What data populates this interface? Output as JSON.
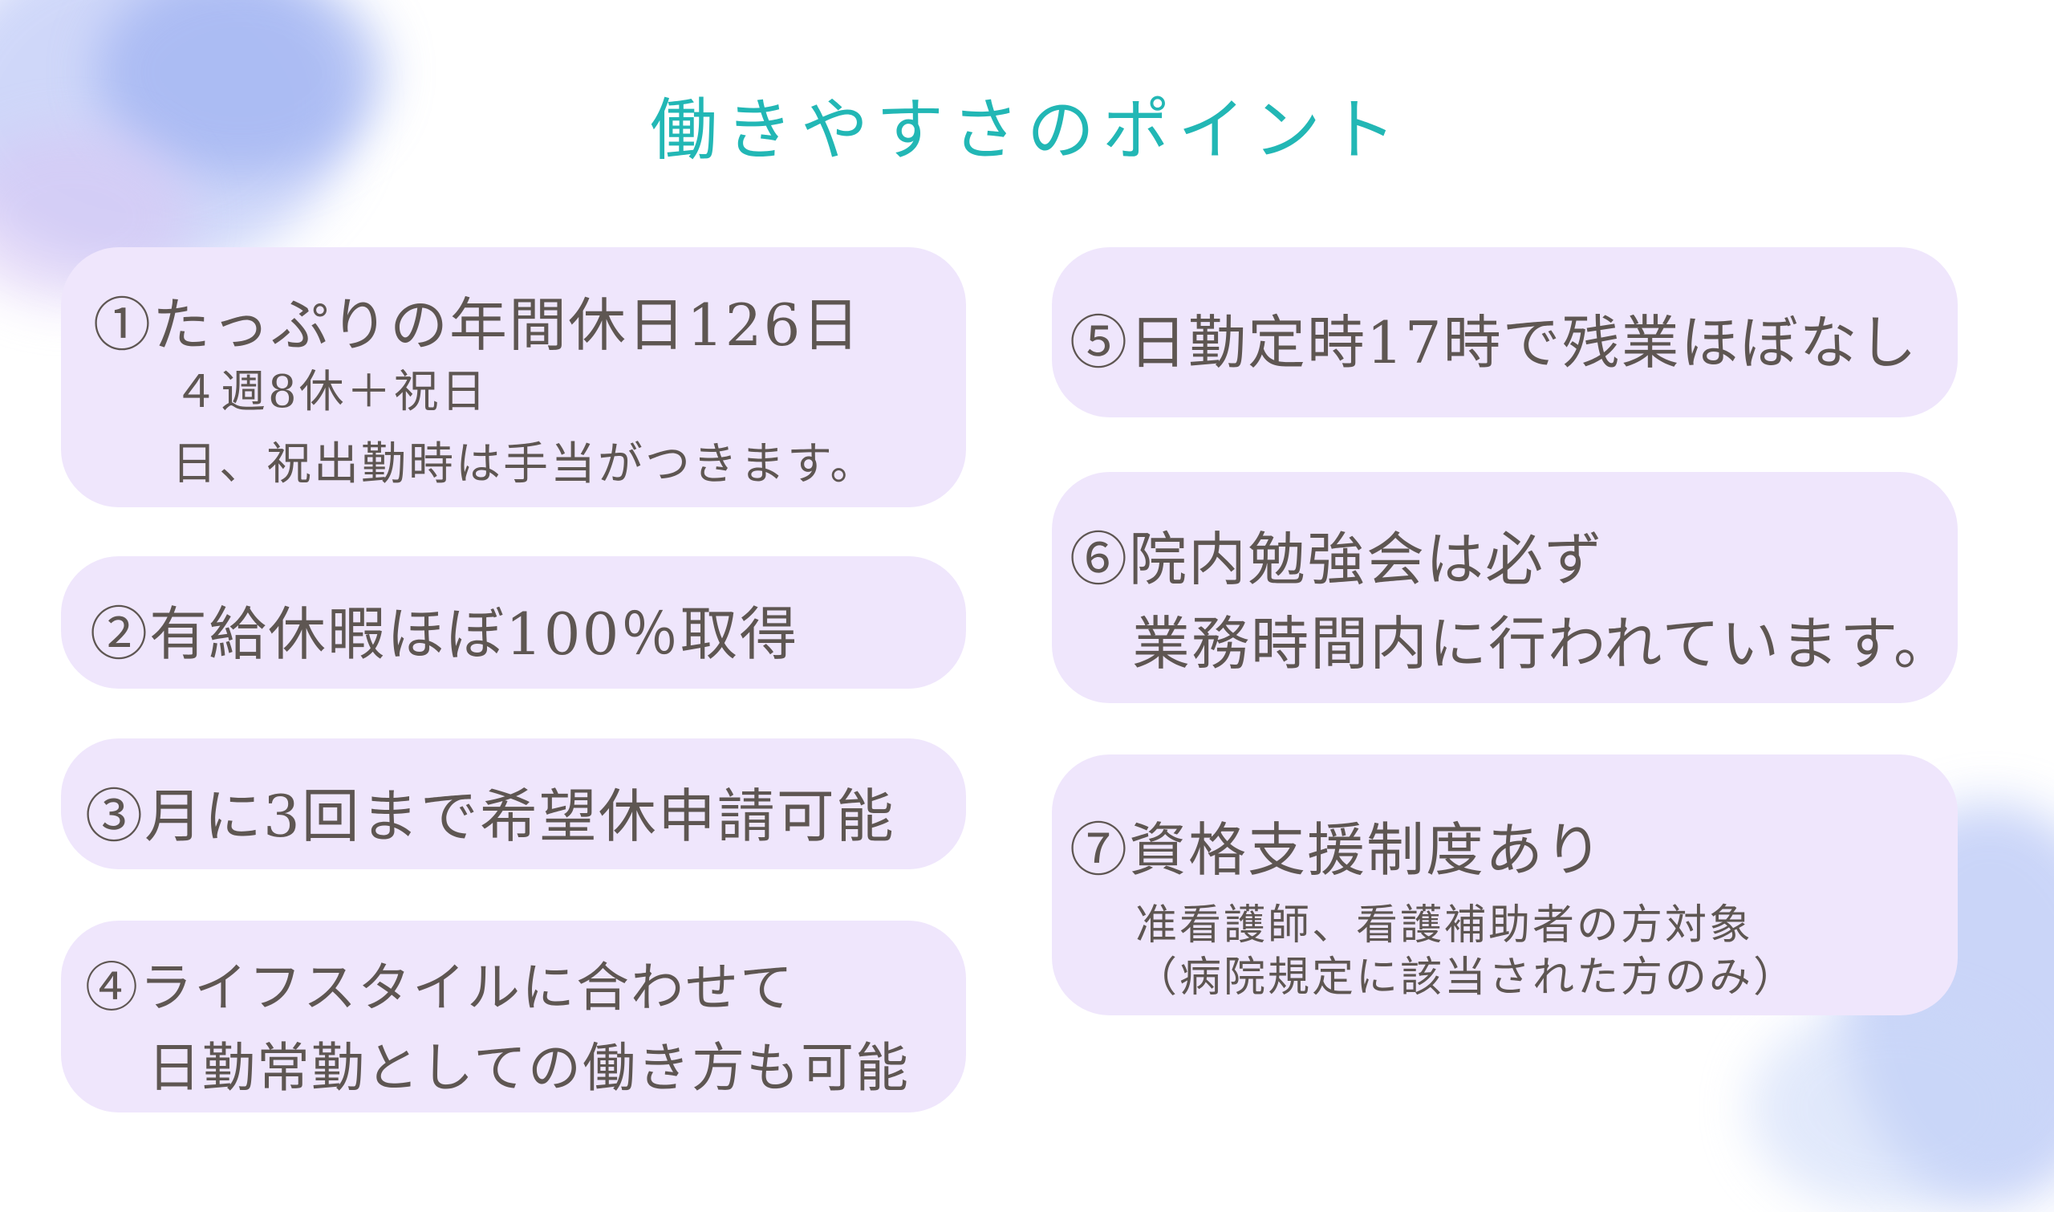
{
  "title": "働きやすさのポイント",
  "points": [
    {
      "heading": "①たっぷりの年間休日126日",
      "lines": [
        "４週8休＋祝日",
        "日、祝出勤時は手当がつきます。"
      ]
    },
    {
      "heading": "②有給休暇ほぼ100％取得"
    },
    {
      "heading": "③月に3回まで希望休申請可能"
    },
    {
      "heading": "④ライフスタイルに合わせて",
      "line2": "日勤常勤としての働き方も可能"
    },
    {
      "heading": "⑤日勤定時17時で残業ほぼなし"
    },
    {
      "heading": "⑥院内勉強会は必ず",
      "line2": "業務時間内に行われています。"
    },
    {
      "heading": "⑦資格支援制度あり",
      "lines": [
        "准看護師、看護補助者の方対象",
        "（病院規定に該当された方のみ）"
      ]
    }
  ],
  "colors": {
    "title": "#22b7b5",
    "box": "#efe6fc",
    "text": "#5e5652"
  }
}
